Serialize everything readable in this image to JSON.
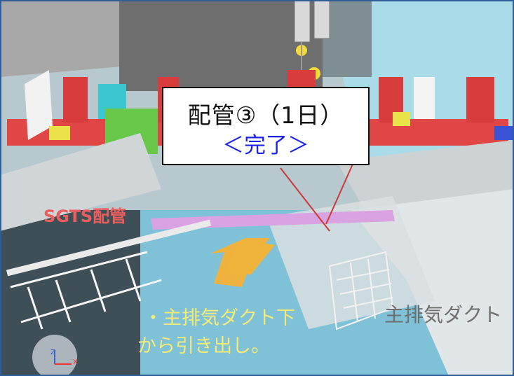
{
  "title": {
    "line1": "配管③（1日）",
    "line2": "＜完了＞"
  },
  "labels": {
    "sgts_pipe": "SGTS配管",
    "main_duct": "主排気ダクト",
    "note_line1": "・主排気ダクト下",
    "note_line2": "から引き出し。"
  },
  "axis": {
    "x": "X",
    "z": "Z"
  },
  "colors": {
    "title_text": "#111111",
    "title_status": "#1d24e6",
    "sgts_label": "#ea5d5d",
    "note_label": "#f3ea79",
    "duct_label": "#6f6f6f",
    "arrow": "#f0b43c"
  }
}
